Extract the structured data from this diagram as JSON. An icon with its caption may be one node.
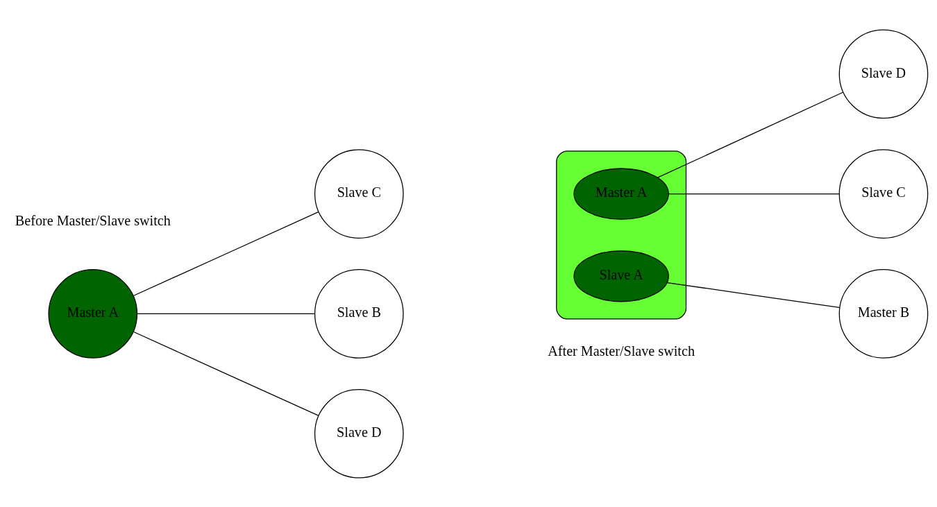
{
  "diagram": {
    "nodes": [
      {
        "text": [
          "Master A"
        ]
      },
      {
        "text": [
          "Slave B"
        ]
      },
      {
        "text": [
          "Slave C"
        ]
      },
      {
        "text": [
          "Slave D"
        ]
      },
      {
        "text": [],
        "shape": "box"
      },
      {
        "text": [
          "Slave A"
        ],
        "in": 4
      },
      {
        "text": [
          "Master A"
        ],
        "in": 4
      },
      {
        "text": [
          "Master B"
        ]
      },
      {
        "text": [
          "Slave C"
        ]
      },
      {
        "text": [
          "Slave D"
        ]
      }
    ],
    "edges": [
      {
        "from": 0,
        "to": 1,
        "arrow": "none"
      },
      {
        "from": 0,
        "to": 2,
        "arrow": "none"
      },
      {
        "from": 0,
        "to": 3,
        "arrow": "none"
      },
      {
        "from": 5,
        "to": 7,
        "arrow": "none"
      },
      {
        "from": 6,
        "to": 8,
        "arrow": "none"
      },
      {
        "from": 6,
        "to": 9,
        "arrow": "none"
      }
    ],
    "labels": [
      "Before Master/Slave switch",
      "After Master/Slave switch"
    ]
  }
}
